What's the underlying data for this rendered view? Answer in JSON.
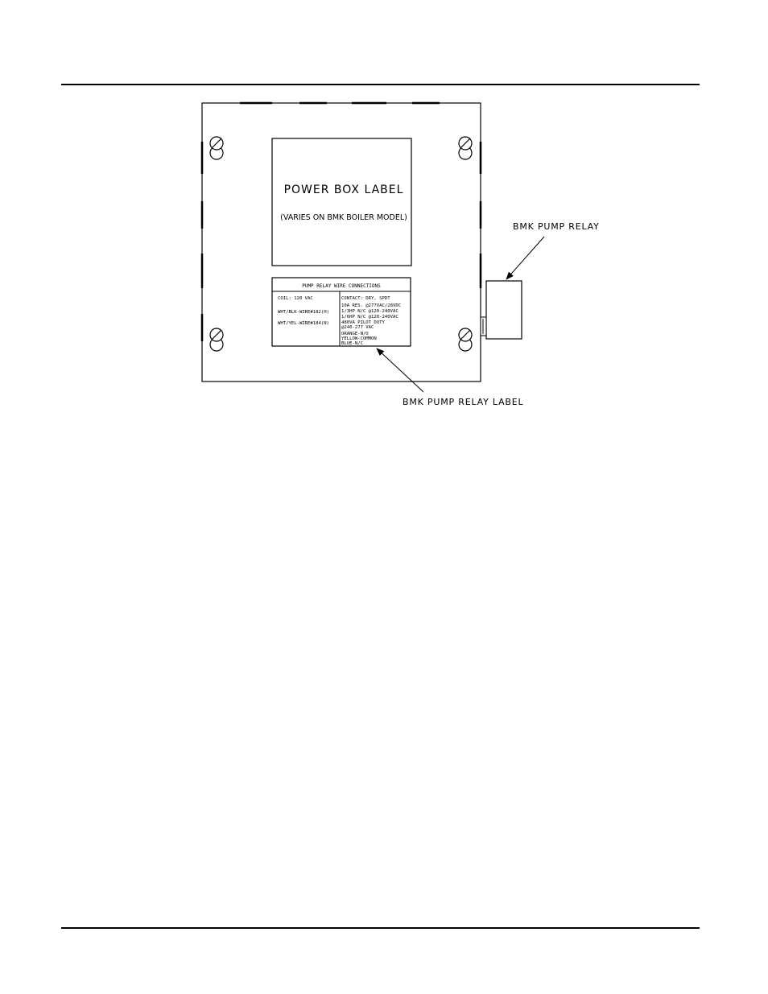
{
  "power_box_label": {
    "title": "POWER BOX LABEL",
    "subtitle": "(VARIES ON BMK BOILER MODEL)"
  },
  "relay_label": {
    "header": "PUMP RELAY WIRE CONNECTIONS",
    "left_lines": [
      "COIL: 120 VAC",
      "WHT/BLK-WIRE#182(H)",
      "WHT/YEL-WIRE#184(N)"
    ],
    "right_lines": [
      "CONTACT: DRY, SPDT",
      "10A RES. @277VAC/28VDC",
      "1/3HP N/C @120-240VAC",
      "1/6HP N/C @120-240VAC",
      "480VA PILOT DUTY",
      "@240-277 VAC",
      "ORANGE-N/O",
      "YELLOW-COMMON",
      "BLUE-N/C"
    ]
  },
  "callouts": {
    "pump_relay": "BMK PUMP RELAY",
    "pump_relay_label": "BMK PUMP RELAY LABEL"
  }
}
